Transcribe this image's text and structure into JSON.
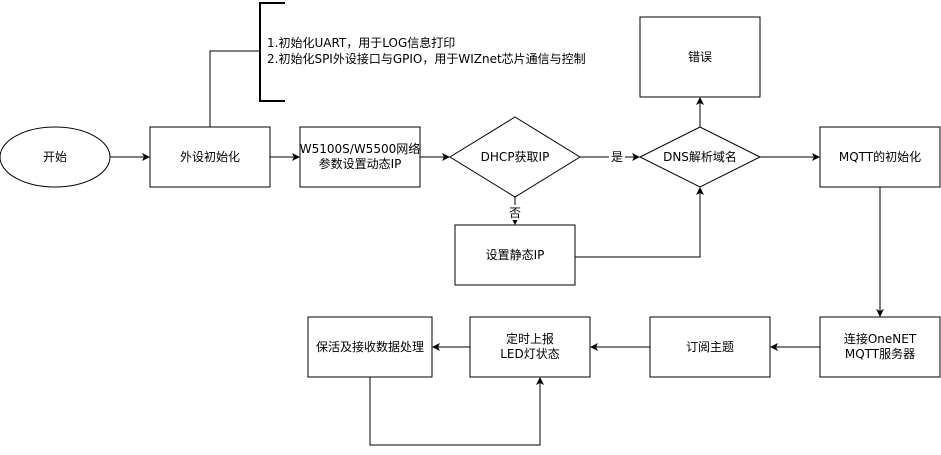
{
  "nodes": {
    "start": "开始",
    "periph_init": "外设初始化",
    "net_param": [
      "W5100S/W5500网络",
      "参数设置动态IP"
    ],
    "dhcp": "DHCP获取IP",
    "dns": "DNS解析域名",
    "error": "错误",
    "mqtt_init": "MQTT的初始化",
    "static_ip": "设置静态IP",
    "connect": [
      "连接OneNET",
      "MQTT服务器"
    ],
    "subscribe": "订阅主题",
    "report": [
      "定时上报",
      "LED灯状态"
    ],
    "keepalive": "保活及接收数据处理"
  },
  "annotation": [
    "1.初始化UART，用于LOG信息打印",
    "2.初始化SPI外设接口与GPIO，用于WIZnet芯片通信与控制"
  ],
  "edge_labels": {
    "yes": "是",
    "no": "否"
  }
}
